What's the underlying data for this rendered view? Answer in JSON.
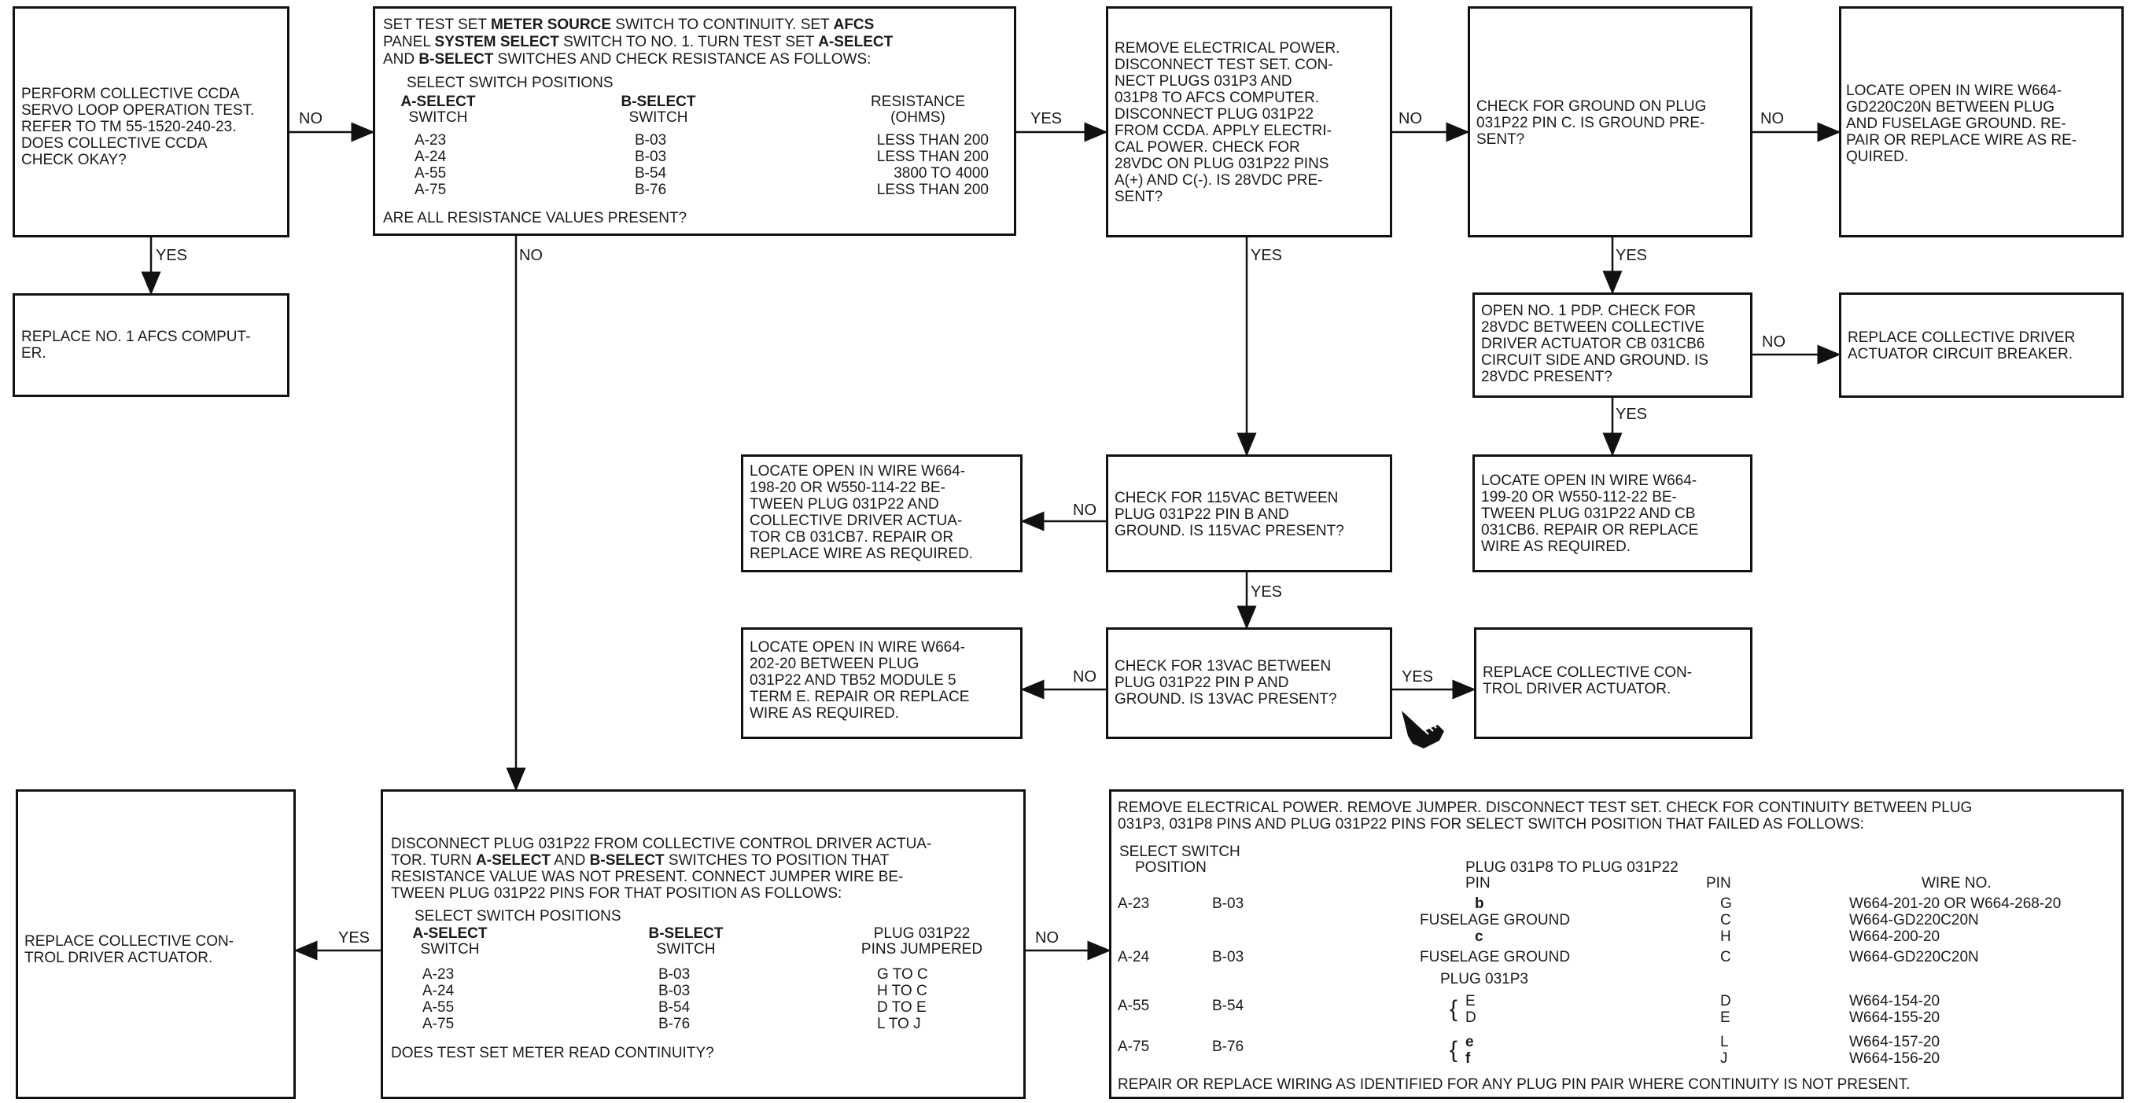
{
  "b1": {
    "text": "PERFORM COLLECTIVE CCDA\nSERVO LOOP OPERATION TEST.\nREFER TO TM 55-1520-240-23.\nDOES COLLECTIVE CCDA\nCHECK OKAY?"
  },
  "b2": {
    "l1a": "SET TEST SET ",
    "l1b": "METER SOURCE",
    "l1c": " SWITCH TO CONTINUITY. SET ",
    "l1d": "AFCS",
    "l2a": "PANEL ",
    "l2b": "SYSTEM SELECT",
    "l2c": " SWITCH TO NO. 1. TURN TEST SET ",
    "l2d": "A-SELECT",
    "l3a": "AND ",
    "l3b": "B-SELECT",
    "l3c": " SWITCHES AND CHECK RESISTANCE AS FOLLOWS:",
    "positions": "SELECT SWITCH POSITIONS",
    "colA": "A-SELECT",
    "colAsub": "SWITCH",
    "colB": "B-SELECT",
    "colBsub": "SWITCH",
    "colR": "RESISTANCE",
    "colRsub": "(OHMS)",
    "rows": [
      {
        "a": "A-23",
        "b": "B-03",
        "r": "LESS THAN 200"
      },
      {
        "a": "A-24",
        "b": "B-03",
        "r": "LESS THAN 200"
      },
      {
        "a": "A-55",
        "b": "B-54",
        "r": "3800 TO 4000"
      },
      {
        "a": "A-75",
        "b": "B-76",
        "r": "LESS THAN 200"
      }
    ],
    "question": "ARE ALL RESISTANCE VALUES PRESENT?"
  },
  "b3": {
    "text": "REMOVE ELECTRICAL POWER.\nDISCONNECT TEST SET. CON-\nNECT PLUGS 031P3 AND\n031P8 TO AFCS COMPUTER.\nDISCONNECT PLUG 031P22\nFROM CCDA. APPLY ELECTRI-\nCAL POWER. CHECK FOR\n28VDC ON PLUG 031P22 PINS\nA(+) AND C(-). IS 28VDC PRE-\nSENT?"
  },
  "b4": {
    "text": "CHECK FOR GROUND ON PLUG\n031P22 PIN C. IS GROUND PRE-\nSENT?"
  },
  "b5": {
    "text": "LOCATE OPEN IN WIRE W664-\nGD220C20N BETWEEN PLUG\nAND FUSELAGE GROUND. RE-\nPAIR OR REPLACE WIRE AS RE-\nQUIRED."
  },
  "b6": {
    "text": "REPLACE NO. 1 AFCS COMPUT-\nER."
  },
  "b7": {
    "text": "OPEN NO. 1 PDP. CHECK FOR\n28VDC BETWEEN COLLECTIVE\nDRIVER ACTUATOR CB 031CB6\nCIRCUIT SIDE AND GROUND. IS\n28VDC PRESENT?"
  },
  "b8": {
    "text": "REPLACE COLLECTIVE DRIVER\nACTUATOR CIRCUIT BREAKER."
  },
  "b9": {
    "text": "LOCATE OPEN IN WIRE W664-\n198-20 OR W550-114-22 BE-\nTWEEN PLUG 031P22 AND\nCOLLECTIVE DRIVER ACTUA-\nTOR CB 031CB7. REPAIR OR\nREPLACE WIRE AS REQUIRED."
  },
  "b10": {
    "text": "CHECK FOR 115VAC BETWEEN\nPLUG 031P22 PIN B AND\nGROUND. IS 115VAC PRESENT?"
  },
  "b11": {
    "text": "LOCATE OPEN IN WIRE W664-\n199-20 OR W550-112-22 BE-\nTWEEN PLUG 031P22 AND CB\n031CB6. REPAIR OR REPLACE\nWIRE AS REQUIRED."
  },
  "b12": {
    "text": "LOCATE OPEN IN WIRE W664-\n202-20 BETWEEN PLUG\n031P22 AND TB52 MODULE 5\nTERM E. REPAIR OR REPLACE\nWIRE AS REQUIRED."
  },
  "b13": {
    "text": "CHECK FOR 13VAC BETWEEN\nPLUG 031P22 PIN P AND\nGROUND. IS 13VAC PRESENT?"
  },
  "b14": {
    "text": "REPLACE COLLECTIVE CON-\nTROL DRIVER ACTUATOR."
  },
  "b15": {
    "text": "REPLACE COLLECTIVE CON-\nTROL DRIVER ACTUATOR."
  },
  "b16": {
    "l1": "DISCONNECT PLUG 031P22 FROM COLLECTIVE CONTROL DRIVER ACTUA-",
    "l2a": "TOR. TURN ",
    "l2b": "A-SELECT",
    "l2c": " AND ",
    "l2d": "B-SELECT",
    "l2e": " SWITCHES TO POSITION THAT",
    "l3": "RESISTANCE VALUE WAS NOT PRESENT. CONNECT JUMPER WIRE BE-",
    "l4": "TWEEN PLUG 031P22 PINS FOR THAT POSITION AS FOLLOWS:",
    "positions": "SELECT SWITCH POSITIONS",
    "colA": "A-SELECT",
    "colAsub": "SWITCH",
    "colB": "B-SELECT",
    "colBsub": "SWITCH",
    "colP": "PLUG 031P22",
    "colPsub": "PINS JUMPERED",
    "rows": [
      {
        "a": "A-23",
        "b": "B-03",
        "p": "G TO C"
      },
      {
        "a": "A-24",
        "b": "B-03",
        "p": "H TO C"
      },
      {
        "a": "A-55",
        "b": "B-54",
        "p": "D TO E"
      },
      {
        "a": "A-75",
        "b": "B-76",
        "p": "L TO J"
      }
    ],
    "question": "DOES TEST SET METER READ CONTINUITY?"
  },
  "b17": {
    "l1": "REMOVE ELECTRICAL POWER. REMOVE JUMPER. DISCONNECT TEST SET. CHECK FOR CONTINUITY BETWEEN PLUG",
    "l2": "031P3, 031P8 PINS AND PLUG 031P22 PINS FOR SELECT SWITCH POSITION THAT FAILED AS FOLLOWS:",
    "sel1": "SELECT SWITCH",
    "sel2": "POSITION",
    "plugHdr": "PLUG 031P8 TO PLUG 031P22",
    "pinL": "PIN",
    "pinR": "PIN",
    "wireHdr": "WIRE NO.",
    "plug3": "PLUG 031P3",
    "r1a": "A-23",
    "r1b": "B-03",
    "r1p": "b",
    "r1q": "G",
    "r1w": "W664-201-20 OR W664-268-20",
    "r2p": "FUSELAGE GROUND",
    "r2q": "C",
    "r2w": "W664-GD220C20N",
    "r3p": "c",
    "r3q": "H",
    "r3w": "W664-200-20",
    "r4a": "A-24",
    "r4b": "B-03",
    "r4p": "FUSELAGE GROUND",
    "r4q": "C",
    "r4w": "W664-GD220C20N",
    "r5a": "A-55",
    "r5b": "B-54",
    "r5p": "E",
    "r5q": "D",
    "r5w": "W664-154-20",
    "r6p": "D",
    "r6q": "E",
    "r6w": "W664-155-20",
    "r7a": "A-75",
    "r7b": "B-76",
    "r7p": "e",
    "r7q": "L",
    "r7w": "W664-157-20",
    "r8p": "f",
    "r8q": "J",
    "r8w": "W664-156-20",
    "footer": "REPAIR OR REPLACE WIRING AS IDENTIFIED FOR ANY PLUG PIN PAIR WHERE CONTINUITY IS NOT PRESENT."
  },
  "labels": {
    "no": "NO",
    "yes": "YES"
  }
}
